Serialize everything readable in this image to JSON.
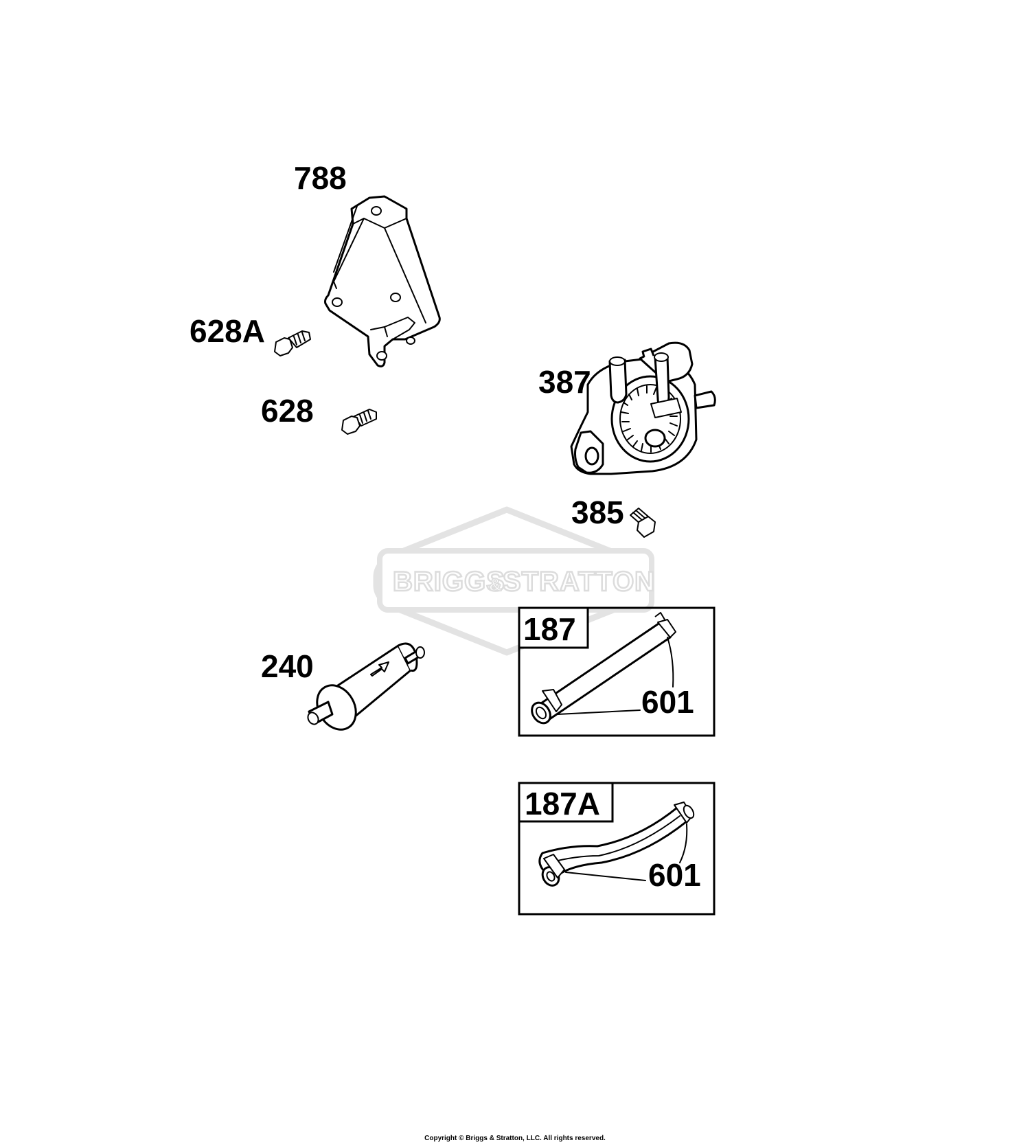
{
  "watermark": {
    "left": "BRIGGS",
    "amp": "&",
    "right": "STRATTON"
  },
  "labels": {
    "p788": "788",
    "p628A": "628A",
    "p628": "628",
    "p387": "387",
    "p385": "385",
    "p240": "240",
    "p187": "187",
    "p601a": "601",
    "p187A": "187A",
    "p601b": "601"
  },
  "copyright": "Copyright © Briggs & Stratton, LLC. All rights reserved."
}
